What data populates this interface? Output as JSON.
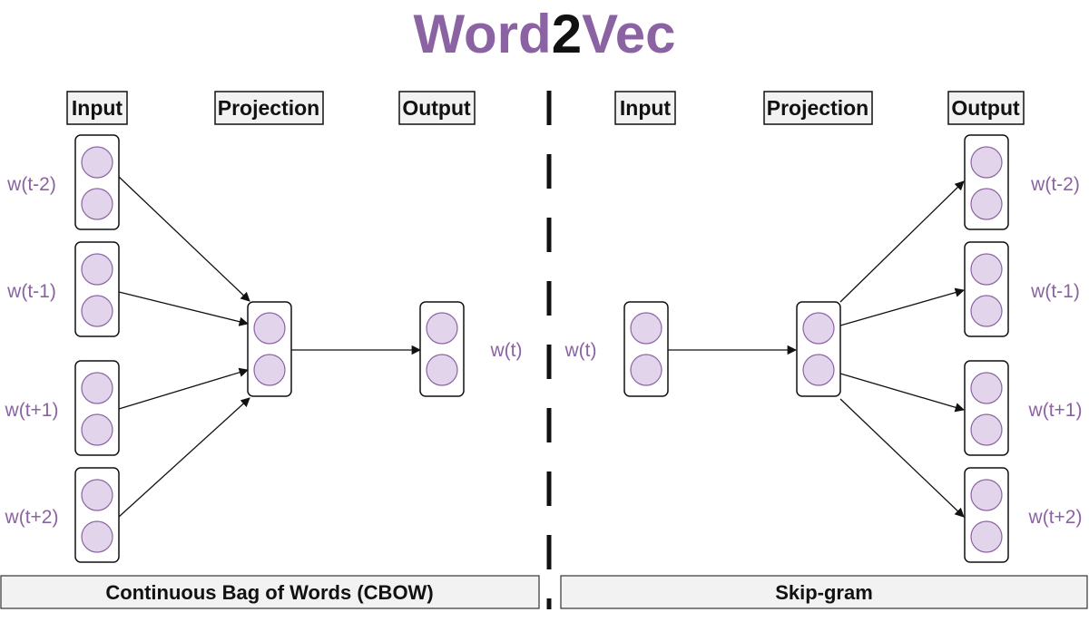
{
  "colors": {
    "accent": "#8b63a3",
    "node_fill": "#e2d5eb",
    "node_stroke": "#8b63a3",
    "header_fill": "#f2f2f2",
    "line": "#111111"
  },
  "title": {
    "part1": "Word",
    "part2": "2",
    "part3": "Vec"
  },
  "cbow": {
    "headers": {
      "input": "Input",
      "projection": "Projection",
      "output": "Output"
    },
    "context_words": [
      "w(t-2)",
      "w(t-1)",
      "w(t+1)",
      "w(t+2)"
    ],
    "target_word": "w(t)",
    "caption": "Continuous Bag of Words (CBOW)"
  },
  "skipgram": {
    "headers": {
      "input": "Input",
      "projection": "Projection",
      "output": "Output"
    },
    "input_word": "w(t)",
    "context_words": [
      "w(t-2)",
      "w(t-1)",
      "w(t+1)",
      "w(t+2)"
    ],
    "caption": "Skip-gram"
  }
}
